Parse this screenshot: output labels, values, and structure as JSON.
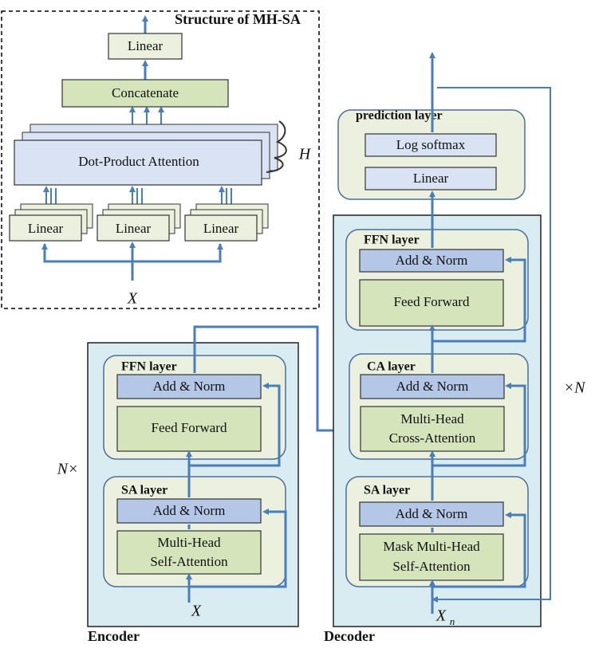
{
  "mhsa": {
    "title": "Structure of MH-SA",
    "linear_top": "Linear",
    "concatenate": "Concatenate",
    "attention": "Dot-Product Attention",
    "heads_label": "H",
    "linears": [
      "Linear",
      "Linear",
      "Linear"
    ],
    "input_label": "X"
  },
  "encoder": {
    "title": "Encoder",
    "repeat_label": "N×",
    "input_label": "X",
    "ffn": {
      "title": "FFN layer",
      "add_norm": "Add & Norm",
      "body": "Feed Forward"
    },
    "sa": {
      "title": "SA layer",
      "add_norm": "Add & Norm",
      "body_line1": "Multi-Head",
      "body_line2": "Self-Attention"
    }
  },
  "decoder": {
    "title": "Decoder",
    "repeat_label": "×N",
    "input_label_main": "X",
    "input_label_sub": "n",
    "prediction": {
      "title": "prediction layer",
      "log_softmax": "Log softmax",
      "linear": "Linear"
    },
    "ffn": {
      "title": "FFN layer",
      "add_norm": "Add & Norm",
      "body": "Feed Forward"
    },
    "ca": {
      "title": "CA layer",
      "add_norm": "Add & Norm",
      "body_line1": "Multi-Head",
      "body_line2": "Cross-Attention"
    },
    "sa": {
      "title": "SA layer",
      "add_norm": "Add & Norm",
      "body_line1": "Mask Multi-Head",
      "body_line2": "Self-Attention"
    }
  },
  "colors": {
    "arrow": "#4a7ebb",
    "blue_box": "#b4c7e7",
    "light_blue_box": "#dae3f3",
    "green_box": "#d6e4bc",
    "layer_bg": "#ebf1de",
    "block_bg": "#d9ecf2"
  }
}
